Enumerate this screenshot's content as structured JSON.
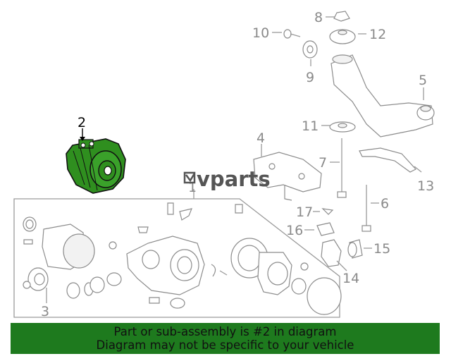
{
  "watermark": "vparts",
  "highlight_color": "#2f8f1f",
  "banner_color": "#1e7a1e",
  "callouts": {
    "c1": "1",
    "c2": "2",
    "c3": "3",
    "c4": "4",
    "c5": "5",
    "c6": "6",
    "c7": "7",
    "c8": "8",
    "c9": "9",
    "c10": "10",
    "c11": "11",
    "c12": "12",
    "c13": "13",
    "c14": "14",
    "c15": "15",
    "c16": "16",
    "c17": "17"
  },
  "banner": {
    "line1": "Part or sub-assembly is #2 in diagram",
    "line2": "Diagram may not be specific to your vehicle"
  }
}
